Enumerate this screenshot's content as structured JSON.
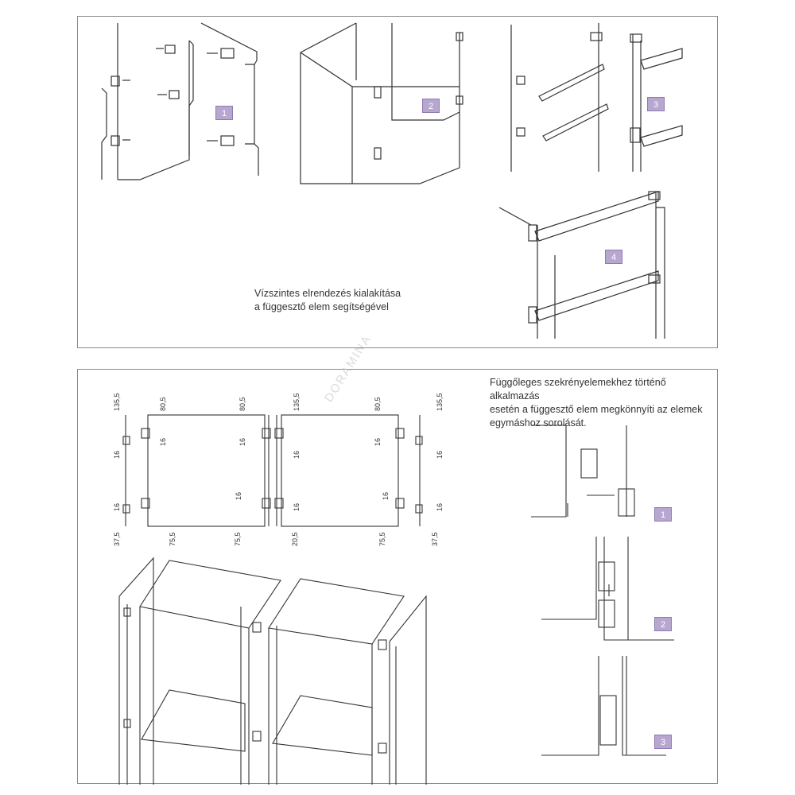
{
  "top_panel": {
    "badges": [
      "1",
      "2",
      "3",
      "4"
    ],
    "caption_lines": [
      "Vízszintes elrendezés kialakítása",
      "a függesztő elem segítségével"
    ]
  },
  "bottom_panel": {
    "note_lines": [
      "Függőleges szekrényelemekhez történő alkalmazás",
      "esetén a függesztő elem megkönnyíti az elemek",
      "egymáshoz sorolását."
    ],
    "badges": [
      "1",
      "2",
      "3"
    ],
    "dimensions": {
      "d135": "135,5",
      "d80": "80,5",
      "d16": "16",
      "d37": "37,5",
      "d75": "75,5",
      "d20": "20,5"
    }
  },
  "watermark": "DORAMINA",
  "colors": {
    "line": "#333333",
    "badge": "#b7a6cf",
    "frame": "#8a8a8a"
  }
}
